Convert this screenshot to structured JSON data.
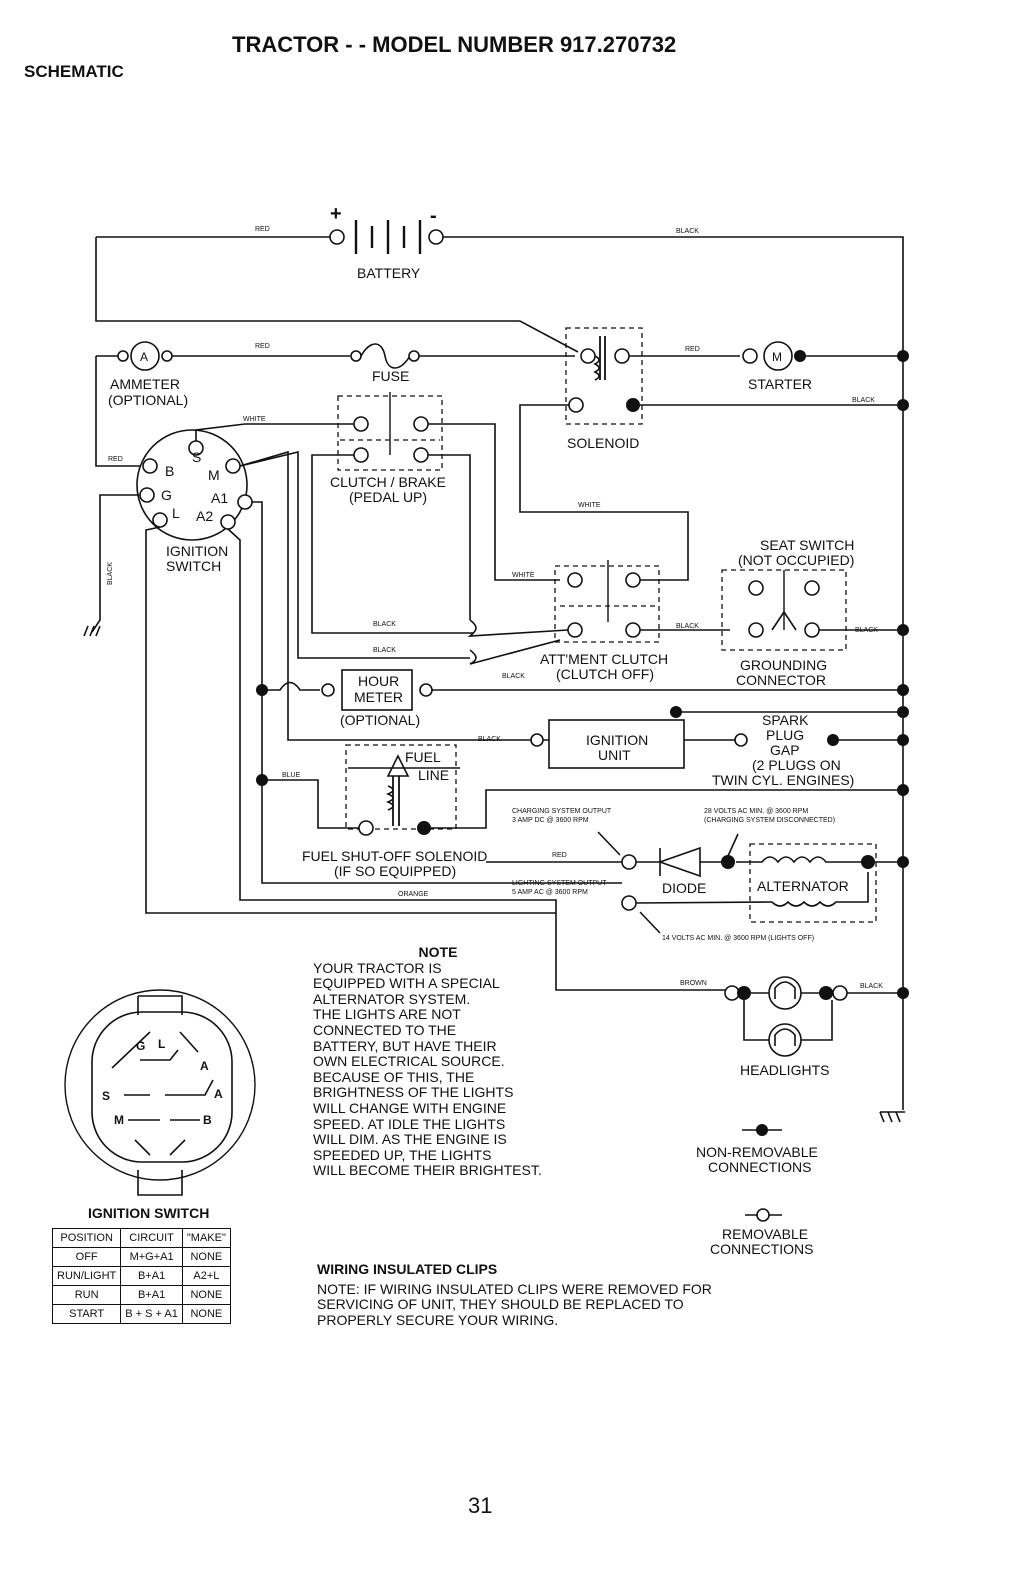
{
  "header": {
    "title": "TRACTOR - - MODEL NUMBER 917.270732",
    "section": "SCHEMATIC"
  },
  "labels": {
    "battery": "BATTERY",
    "battery_plus": "+",
    "battery_minus": "-",
    "fuse": "FUSE",
    "ammeter": "AMMETER",
    "ammeter_opt": "(OPTIONAL)",
    "ammeter_sym": "A",
    "starter": "STARTER",
    "starter_sym": "M",
    "solenoid": "SOLENOID",
    "clutch_brake": "CLUTCH / BRAKE",
    "clutch_brake_sub": "(PEDAL UP)",
    "ignition_switch": "IGNITION",
    "ignition_switch2": "SWITCH",
    "term_b": "B",
    "term_s": "S",
    "term_m": "M",
    "term_g": "G",
    "term_a1": "A1",
    "term_l": "L",
    "term_a2": "A2",
    "seat_switch": "SEAT SWITCH",
    "seat_switch_sub": "(NOT OCCUPIED)",
    "attment_clutch": "ATT'MENT CLUTCH",
    "attment_clutch_sub": "(CLUTCH OFF)",
    "grounding": "GROUNDING",
    "grounding2": "CONNECTOR",
    "hour": "HOUR",
    "meter": "METER",
    "hour_opt": "(OPTIONAL)",
    "ign_unit1": "IGNITION",
    "ign_unit2": "UNIT",
    "spark1": "SPARK",
    "spark2": "PLUG",
    "spark3": "GAP",
    "spark4": "(2 PLUGS ON",
    "spark5": "TWIN CYL. ENGINES)",
    "fuel1": "FUEL",
    "fuel2": "LINE",
    "fuel_sol": "FUEL SHUT-OFF SOLENOID",
    "fuel_sol_sub": "(IF SO EQUIPPED)",
    "charging1": "CHARGING SYSTEM OUTPUT",
    "charging2": "3 AMP DC @ 3600 RPM",
    "volts28a": "28 VOLTS AC MIN. @ 3600 RPM",
    "volts28b": "(CHARGING SYSTEM DISCONNECTED)",
    "lighting1": "LIGHTING SYSTEM OUTPUT",
    "lighting2": "5 AMP AC @ 3600 RPM",
    "diode": "DIODE",
    "alternator": "ALTERNATOR",
    "volts14": "14 VOLTS AC MIN. @ 3600 RPM (LIGHTS OFF)",
    "headlights": "HEADLIGHTS",
    "nonremovable1": "NON-REMOVABLE",
    "nonremovable2": "CONNECTIONS",
    "removable1": "REMOVABLE",
    "removable2": "CONNECTIONS",
    "sw_g": "G",
    "sw_l": "L",
    "sw_a1": "A",
    "sw_a2": "A",
    "sw_s": "S",
    "sw_m": "M",
    "sw_b": "B"
  },
  "wire_colors": {
    "red": "RED",
    "black": "BLACK",
    "white": "WHITE",
    "blue": "BLUE",
    "orange": "ORANGE",
    "brown": "BROWN"
  },
  "note": {
    "title": "NOTE",
    "lines": [
      "YOUR TRACTOR IS",
      "EQUIPPED WITH A SPECIAL",
      "ALTERNATOR SYSTEM.",
      "THE LIGHTS ARE NOT",
      "CONNECTED TO THE",
      "BATTERY, BUT HAVE THEIR",
      "OWN ELECTRICAL SOURCE.",
      "BECAUSE OF THIS, THE",
      "BRIGHTNESS OF THE LIGHTS",
      "WILL CHANGE WITH ENGINE",
      "SPEED.  AT IDLE THE LIGHTS",
      "WILL DIM.  AS THE ENGINE IS",
      "SPEEDED UP, THE LIGHTS",
      "WILL BECOME THEIR BRIGHTEST."
    ]
  },
  "wiring_clips": {
    "title": "WIRING INSULATED CLIPS",
    "lines": [
      "NOTE: IF WIRING INSULATED CLIPS WERE REMOVED FOR",
      "SERVICING OF UNIT, THEY SHOULD BE REPLACED TO",
      "PROPERLY SECURE YOUR WIRING."
    ]
  },
  "ignition_table": {
    "title": "IGNITION SWITCH",
    "headers": [
      "POSITION",
      "CIRCUIT",
      "\"MAKE\""
    ],
    "rows": [
      [
        "OFF",
        "M+G+A1",
        "NONE"
      ],
      [
        "RUN/LIGHT",
        "B+A1",
        "A2+L"
      ],
      [
        "RUN",
        "B+A1",
        "NONE"
      ],
      [
        "START",
        "B + S + A1",
        "NONE"
      ]
    ]
  },
  "page_number": "31"
}
